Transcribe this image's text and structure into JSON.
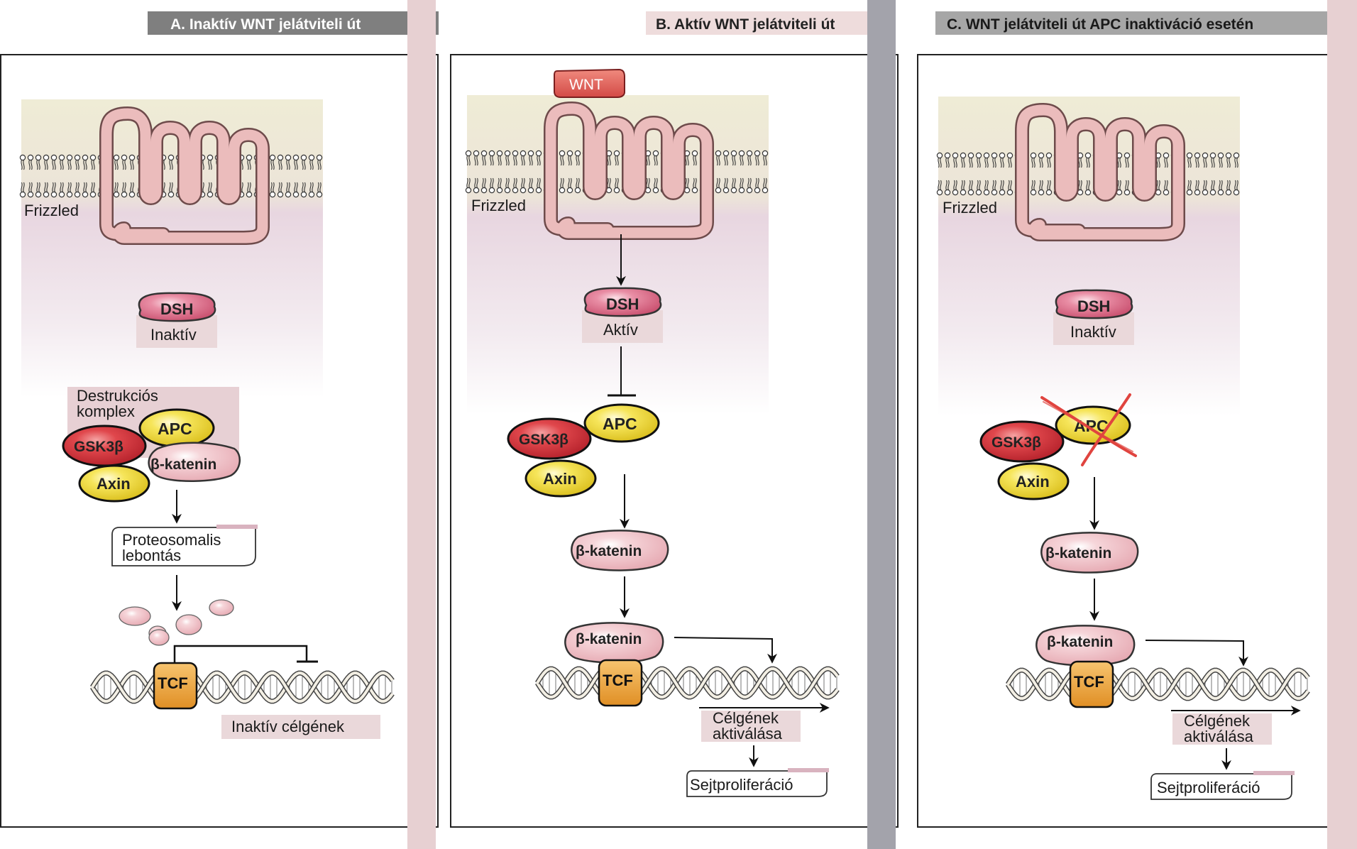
{
  "panels": [
    {
      "id": "A",
      "title": "A. Inaktív WNT jelátviteli út",
      "frizzled": "Frizzled",
      "dsh": "DSH",
      "dsh_state": "Inaktív",
      "complex_label_1": "Destrukciós",
      "complex_label_2": "komplex",
      "apc": "APC",
      "gsk": "GSK3β",
      "bcat": "β-katenin",
      "axin": "Axin",
      "proteo_1": "Proteosomalis",
      "proteo_2": "lebontás",
      "tcf": "TCF",
      "target": "Inaktív célgének"
    },
    {
      "id": "B",
      "title": "B. Aktív WNT jelátviteli út",
      "wnt": "WNT",
      "frizzled": "Frizzled",
      "dsh": "DSH",
      "dsh_state": "Aktív",
      "apc": "APC",
      "gsk": "GSK3β",
      "axin": "Axin",
      "bcat_free": "β-katenin",
      "bcat_nuc": "β-katenin",
      "tcf": "TCF",
      "act_1": "Célgének",
      "act_2": "aktiválása",
      "result": "Sejtproliferáció"
    },
    {
      "id": "C",
      "title": "C. WNT jelátviteli út APC inaktiváció esetén",
      "frizzled": "Frizzled",
      "dsh": "DSH",
      "dsh_state": "Inaktív",
      "apc": "APC",
      "gsk": "GSK3β",
      "axin": "Axin",
      "bcat_free": "β-katenin",
      "bcat_nuc": "β-katenin",
      "tcf": "TCF",
      "act_1": "Célgének",
      "act_2": "aktiválása",
      "result": "Sejtproliferáció"
    }
  ],
  "colors": {
    "title_bar_A": "#7f7f7f",
    "title_bar_B": "#eedcdc",
    "title_bar_C": "#a6a6a6",
    "side_stripe_pink": "#e7d0d2",
    "side_stripe_gray": "#a3a3ab",
    "receptor": "#e8b4b4",
    "dsh": "#e07a93",
    "apc_axin": "#f3e14a",
    "gsk": "#d8333c",
    "bcat": "#f1c3c8",
    "tcf": "#f0a943",
    "label_box": "#ead8da",
    "cross": "#e0443f"
  }
}
